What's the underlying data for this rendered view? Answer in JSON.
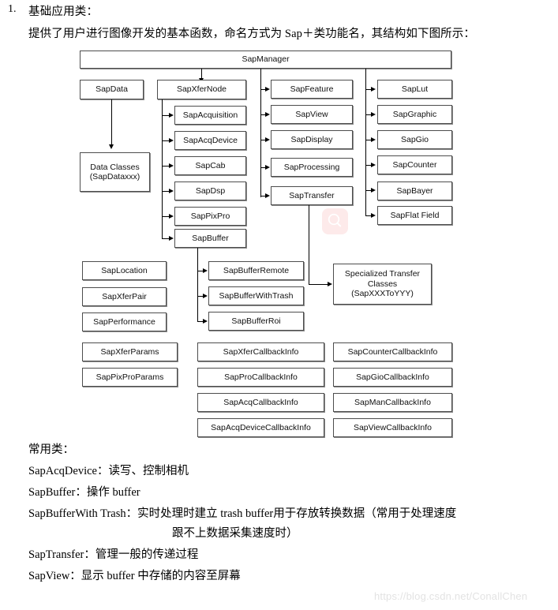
{
  "intro": {
    "number": "1.",
    "heading": "基础应用类：",
    "description": "提供了用户进行图像开发的基本函数，命名方式为 Sap＋类功能名，其结构如下图所示："
  },
  "diagram": {
    "root": {
      "label": "SapManager"
    },
    "data_branch": {
      "parent": "SapData",
      "child_line1": "Data Classes",
      "child_line2": "(SapDataxxx)"
    },
    "xfernode_branch": {
      "parent": "SapXferNode",
      "children": [
        "SapAcquisition",
        "SapAcqDevice",
        "SapCab",
        "SapDsp",
        "SapPixPro",
        "SapBuffer"
      ]
    },
    "buffer_branch": {
      "parent": "SapBuffer",
      "children": [
        "SapBufferRemote",
        "SapBufferWithTrash",
        "SapBufferRoi"
      ]
    },
    "middle_column": [
      "SapFeature",
      "SapView",
      "SapDisplay",
      "SapProcessing",
      "SapTransfer"
    ],
    "right_column": [
      "SapLut",
      "SapGraphic",
      "SapGio",
      "SapCounter",
      "SapBayer",
      "SapFlat Field"
    ],
    "transfer_child": {
      "line1": "Specialized Transfer",
      "line2": "Classes",
      "line3": "(SapXXXToYYY)"
    },
    "standalone_left": [
      "SapLocation",
      "SapXferPair",
      "SapPerformance"
    ],
    "params_column": [
      "SapXferParams",
      "SapPixProParams"
    ],
    "callback_column_1": [
      "SapXferCallbackInfo",
      "SapProCallbackInfo",
      "SapAcqCallbackInfo",
      "SapAcqDeviceCallbackInfo"
    ],
    "callback_column_2": [
      "SapCounterCallbackInfo",
      "SapGioCallbackInfo",
      "SapManCallbackInfo",
      "SapViewCallbackInfo"
    ]
  },
  "notes": {
    "title": "常用类：",
    "lines": [
      "SapAcqDevice：读写、控制相机",
      "SapBuffer：操作 buffer",
      "SapBufferWith Trash：实时处理时建立 trash buffer用于存放转换数据（常用于处理速度",
      "跟不上数据采集速度时）",
      "SapTransfer：管理一般的传递过程",
      "SapView：显示 buffer 中存储的内容至屏幕"
    ]
  },
  "watermark": {
    "url": "https://blog.csdn.net/ConallChen",
    "badge_icon": "search-icon",
    "badge_color": "#fdeaea"
  }
}
